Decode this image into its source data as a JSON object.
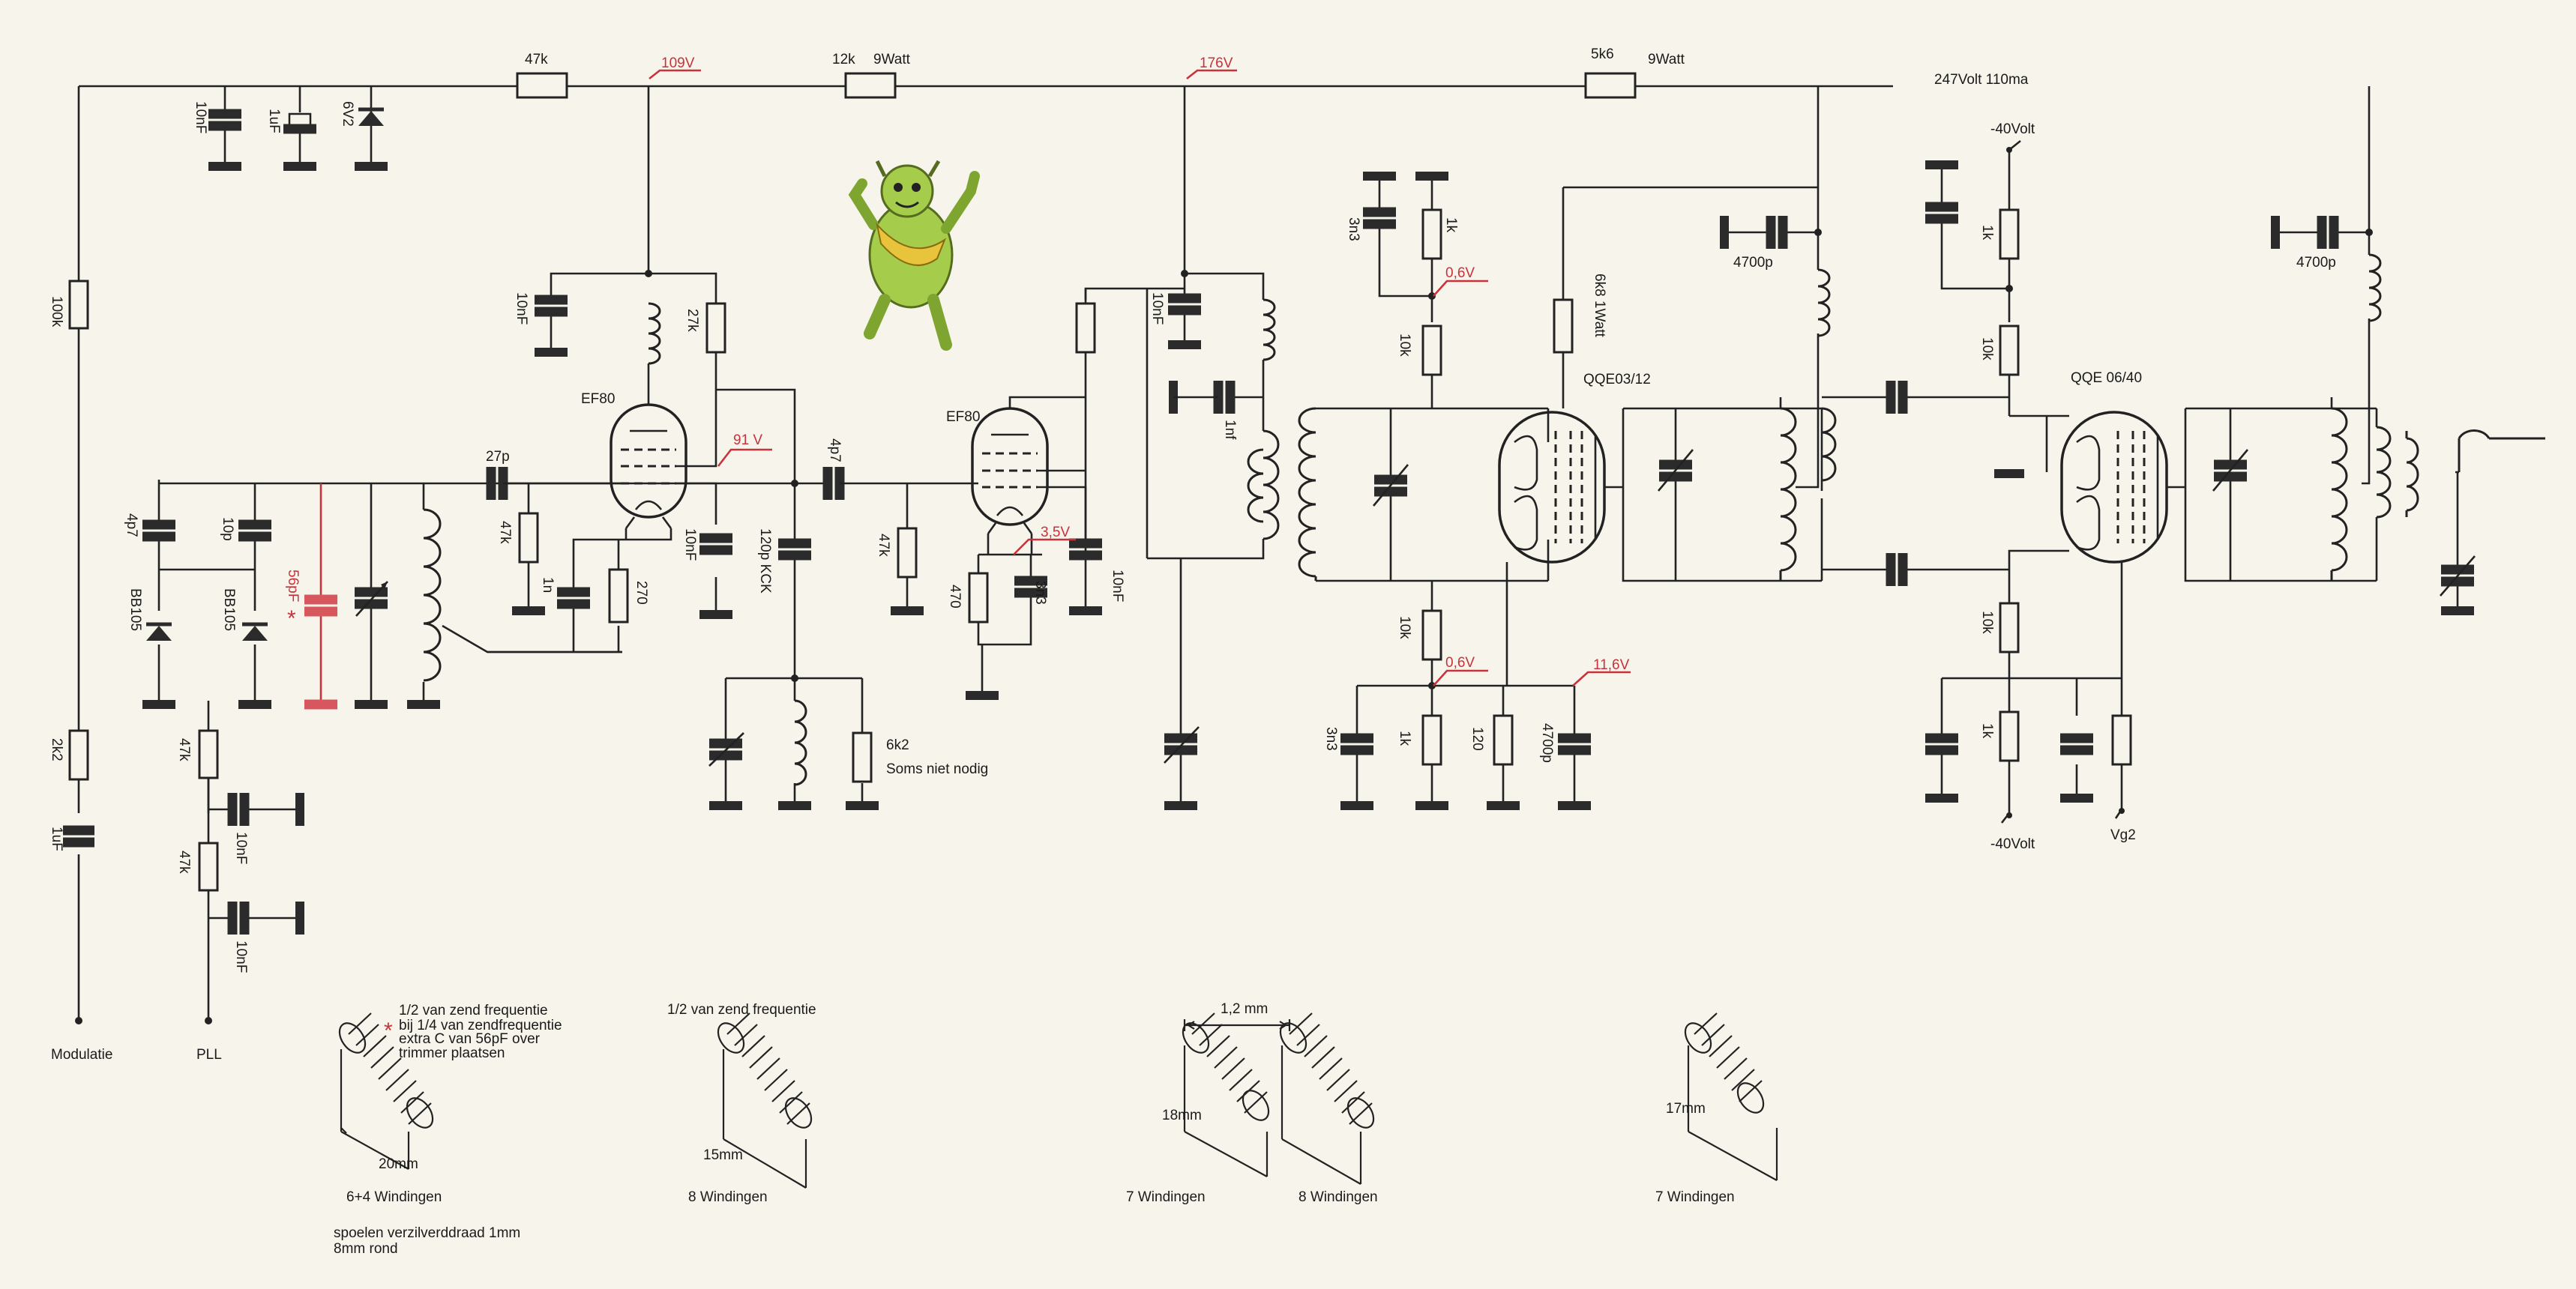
{
  "colors": {
    "paper": "#f7f4ec",
    "ink": "#222222",
    "annotation": "#c8323a",
    "mascot": "#9dc844"
  },
  "supply": {
    "r_input": "47k",
    "node_109": "109V",
    "r_mid": "12k",
    "r_mid_power": "9Watt",
    "node_176": "176V",
    "r_out": "5k6",
    "r_out_power": "9Watt",
    "supply_label": "247Volt 110ma"
  },
  "input_stage": {
    "decoupling_1": "10nF",
    "decoupling_2": "1uF",
    "zener": "6V2",
    "r_bias": "100k",
    "r_mod": "2k2",
    "c_mod": "1uF",
    "modulation": "Modulatie",
    "c_varicap_1": "4p7",
    "varicap_1": "BB105",
    "c_varicap_2": "10p",
    "varicap_2": "BB105",
    "c_extra": "56pF",
    "star": "*",
    "r_pll_1": "47k",
    "r_pll_2": "47k",
    "c_pll_1": "10nF",
    "c_pll_2": "10nF",
    "pll": "PLL"
  },
  "stage1": {
    "tube": "EF80",
    "c_plate_dec": "10nF",
    "r_screen": "27k",
    "node_91": "91 V",
    "c_coupling": "27p",
    "r_grid": "47k",
    "c_cathode": "1n",
    "r_cathode": "270",
    "c_screen": "10nF",
    "c_kck": "120p KCK",
    "r_opt": "6k2",
    "r_opt_note": "Soms niet nodig"
  },
  "stage2": {
    "tube": "EF80",
    "c_coupling": "4p7",
    "r_grid": "47k",
    "node_35": "3,5V",
    "r_cathode": "470",
    "c_cathode": "3n3",
    "c_screen": "10nF",
    "c_plate_dec": "10nF",
    "c_tune": "1nf"
  },
  "stage3": {
    "tube": "QQE03/12",
    "c_top": "3n3",
    "r_top": "1k",
    "node_06_top": "0,6V",
    "r_top_grid": "10k",
    "r_screen": "6k8 1Watt",
    "r_bot_grid": "10k",
    "node_06_bot": "0,6V",
    "c_bot": "3n3",
    "r_bot": "1k",
    "r_cath": "120",
    "c_cath": "4700p",
    "node_116": "11,6V",
    "c_out": "4700p"
  },
  "stage4": {
    "tube": "QQE 06/40",
    "bias_top": "-40Volt",
    "r_top_1": "1k",
    "r_top_2": "10k",
    "r_bot_1": "10k",
    "r_bot_2": "1k",
    "bias_bot": "-40Volt",
    "vg2": "Vg2",
    "c_out": "4700p"
  },
  "coils": [
    {
      "title_lines": [
        "1/2 van zend frequentie",
        "bij 1/4 van zendfrequentie",
        "extra C van 56pF over",
        "trimmer plaatsen"
      ],
      "length": "20mm",
      "windings": "6+4 Windingen",
      "wire_lines": [
        "spoelen verzilverddraad 1mm",
        "8mm rond"
      ]
    },
    {
      "title": "1/2 van zend frequentie",
      "length": "15mm",
      "windings": "8 Windingen"
    },
    {
      "spacing": "1,2 mm",
      "length": "18mm",
      "windings": "7 Windingen"
    },
    {
      "windings": "8 Windingen"
    },
    {
      "length": "17mm",
      "windings": "7 Windingen"
    }
  ]
}
